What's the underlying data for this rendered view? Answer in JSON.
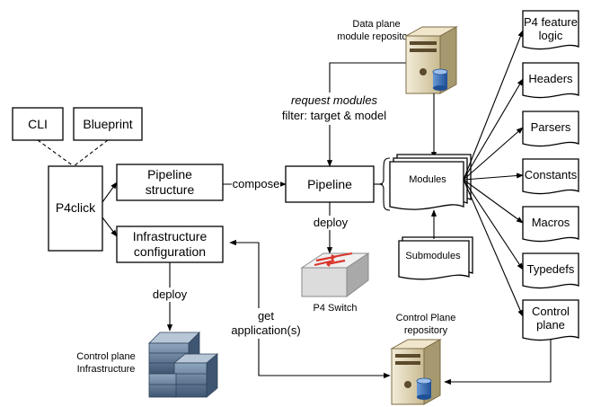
{
  "boxes": {
    "cli": "CLI",
    "blueprint": "Blueprint",
    "p4click": "P4click",
    "pipeline_structure": [
      "Pipeline",
      "structure"
    ],
    "infra_config": [
      "Infrastructure",
      "configuration"
    ],
    "pipeline": "Pipeline"
  },
  "edges": {
    "compose": "compose",
    "deploy_switch": "deploy",
    "deploy_infra": "deploy",
    "request_modules": "request modules",
    "filter": "filter: target & model",
    "get_app": [
      "get",
      "application(s)"
    ]
  },
  "nodes": {
    "data_plane_repo": [
      "Data plane",
      "module repository"
    ],
    "control_plane_repo": [
      "Control Plane",
      "repository"
    ],
    "p4_switch": "P4 Switch",
    "control_plane_infra": [
      "Control plane",
      "Infrastructure"
    ]
  },
  "modules": {
    "modules": "Modules",
    "submodules": "Submodules"
  },
  "feature_docs": [
    [
      "P4 feature",
      "logic"
    ],
    [
      "Headers"
    ],
    [
      "Parsers"
    ],
    [
      "Constants"
    ],
    [
      "Macros"
    ],
    [
      "Typedefs"
    ],
    [
      "Control",
      "plane"
    ]
  ],
  "colors": {
    "server_body": "#e6dcc0",
    "server_accent": "#5b4a2b",
    "disk": "#3d72b8",
    "switch_body": "#dcdcdc",
    "switch_arrows": "#d8342a",
    "rack": "#4d6a8a"
  }
}
